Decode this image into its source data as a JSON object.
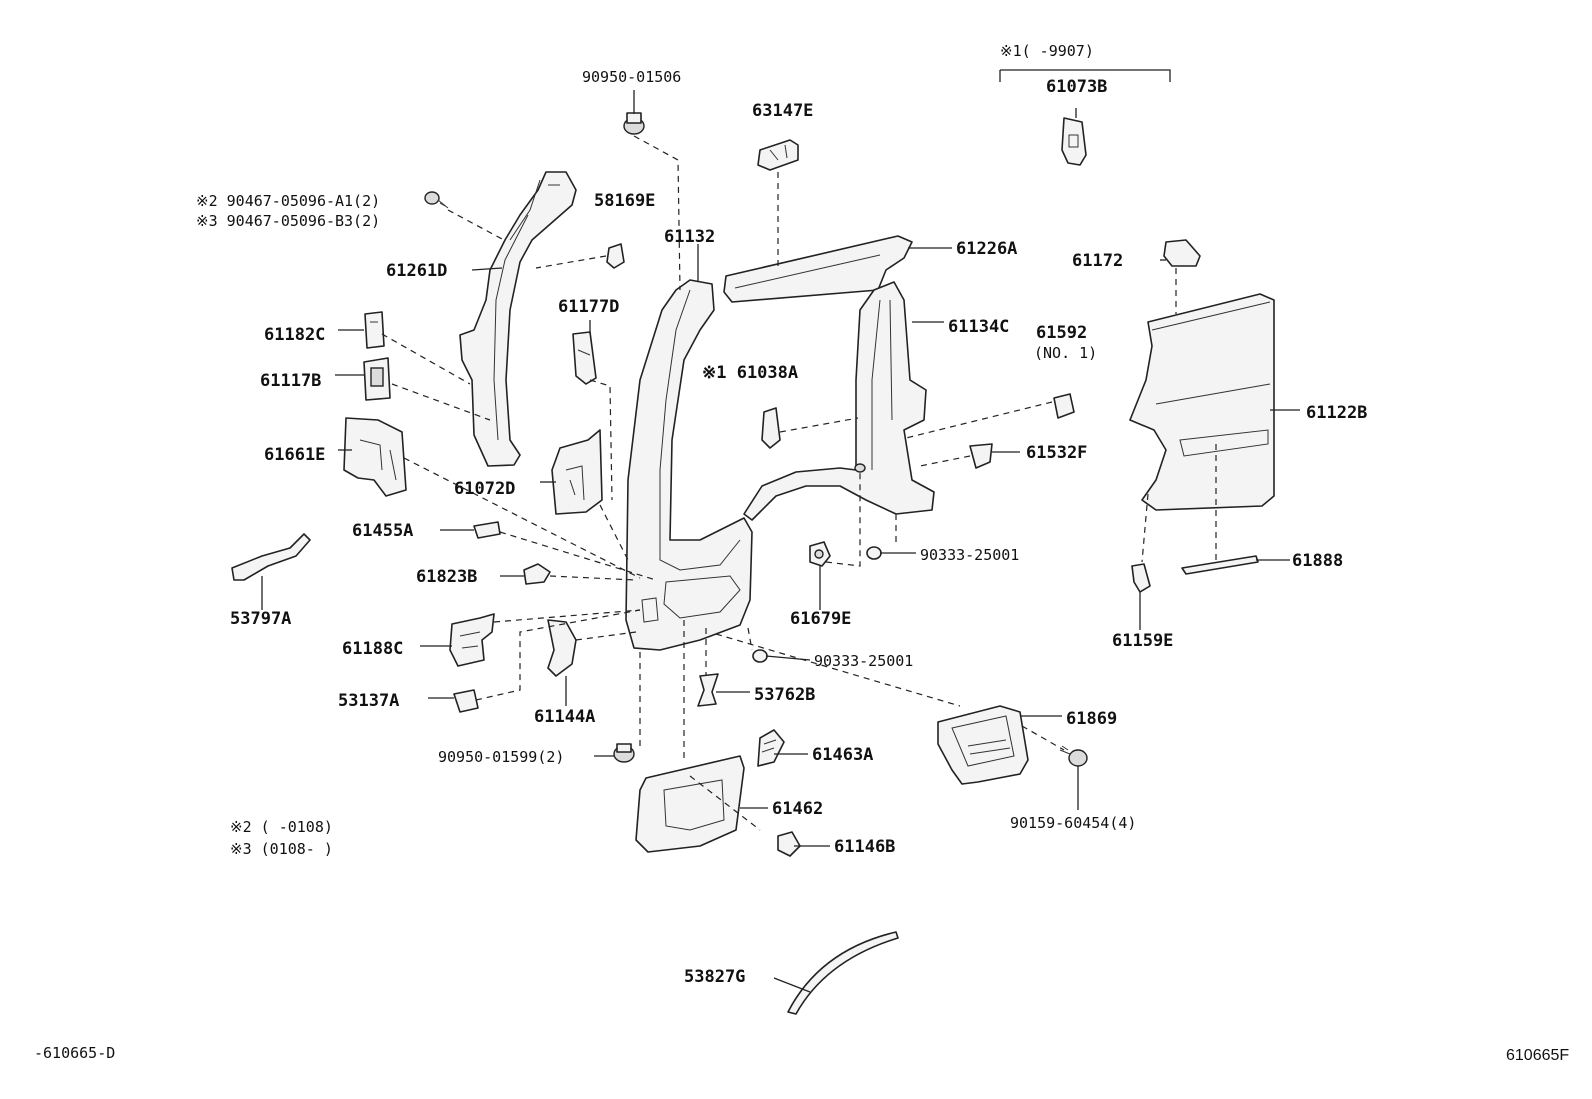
{
  "labels": {
    "p90950_01506": "90950-01506",
    "p63147E": "63147E",
    "p61073B": "61073B",
    "note1_range": "※1(    -9907)",
    "note2_part": "※2 90467-05096-A1(2)",
    "note3_part": "※3 90467-05096-B3(2)",
    "p58169E": "58169E",
    "p61132": "61132",
    "p61226A": "61226A",
    "p61172": "61172",
    "p61261D": "61261D",
    "p61134C": "61134C",
    "p61592": "61592",
    "p61592_sub": "(NO. 1)",
    "p61177D": "61177D",
    "p61182C": "61182C",
    "p61038A": "※1 61038A",
    "p61117B": "61117B",
    "p61122B": "61122B",
    "p61532F": "61532F",
    "p61661E": "61661E",
    "p61072D": "61072D",
    "p61455A": "61455A",
    "p90333_25001a": "90333-25001",
    "p61888": "61888",
    "p53797A": "53797A",
    "p61823B": "61823B",
    "p61679E": "61679E",
    "p61159E": "61159E",
    "p61188C": "61188C",
    "p90333_25001b": "90333-25001",
    "p53137A": "53137A",
    "p53762B": "53762B",
    "p61144A": "61144A",
    "p61869": "61869",
    "p90950_01599": "90950-01599(2)",
    "p61463A": "61463A",
    "p61462": "61462",
    "p90159_60454": "90159-60454(4)",
    "note2_range": "※2 (     -0108)",
    "note3_range": "※3 (0108-     )",
    "p61146B": "61146B",
    "p53827G": "53827G",
    "footer_left": "-610665-D",
    "footer_right": "610665F"
  }
}
